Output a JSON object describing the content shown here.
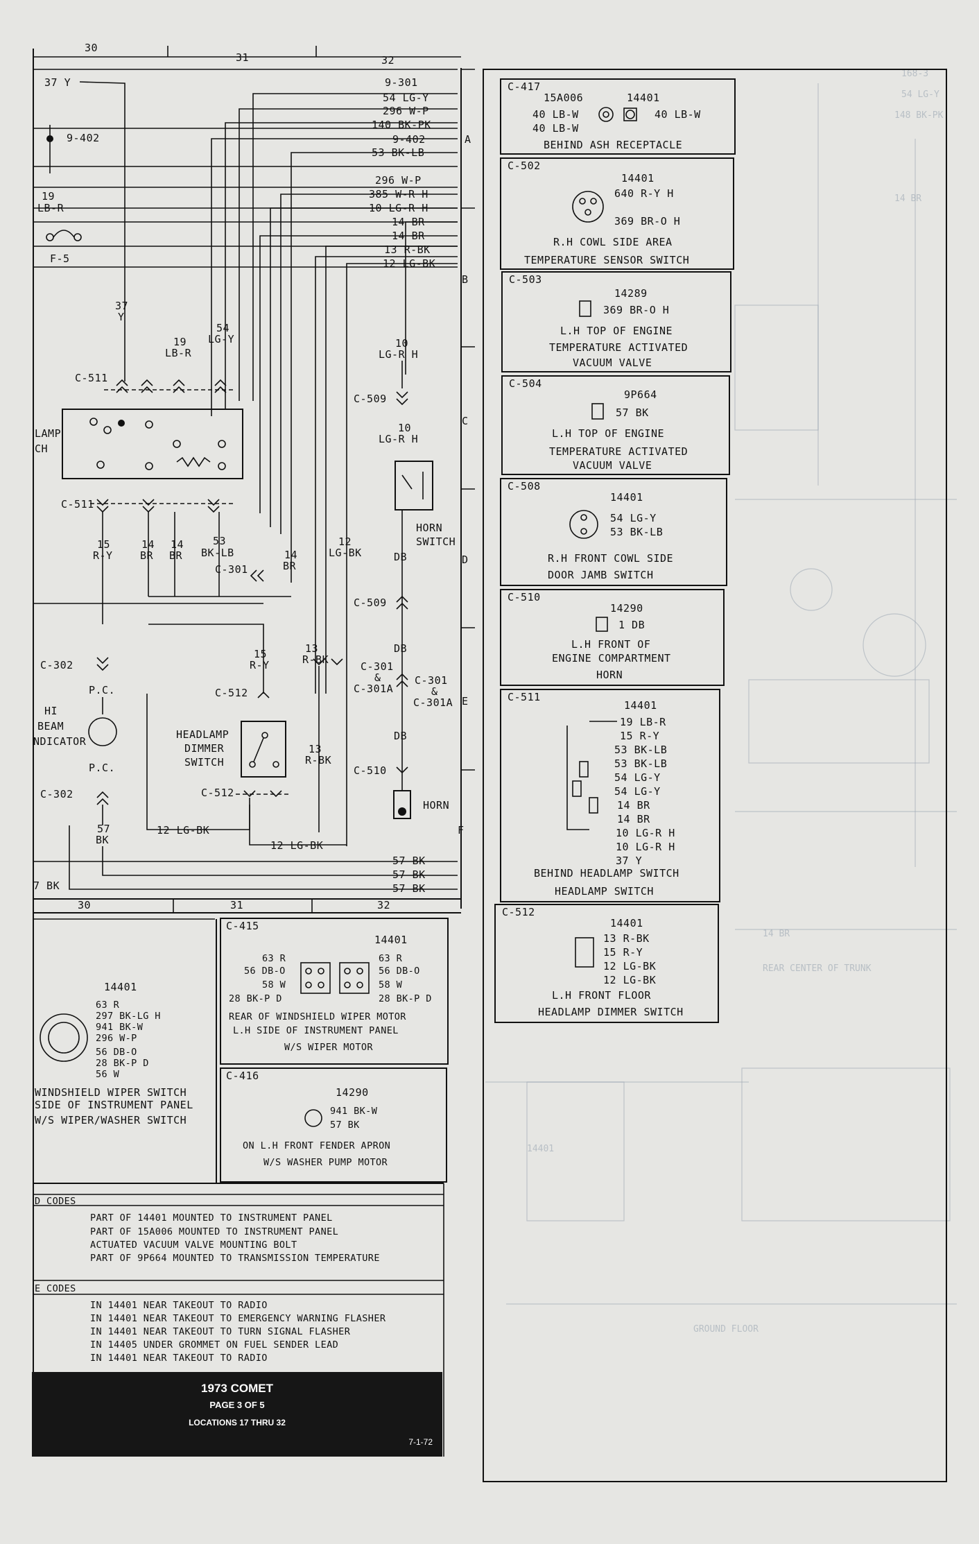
{
  "grid": {
    "top": [
      "30",
      "31",
      "32"
    ],
    "bottom": [
      "30",
      "31",
      "32"
    ],
    "rows": [
      "A",
      "B",
      "C",
      "D",
      "E",
      "F"
    ]
  },
  "wire_labels": [
    "9-301",
    "54 LG-Y",
    "296 W-P",
    "140 BK-PK",
    "9-402",
    "53 BK-LB",
    "296 W-P",
    "385 W-R H",
    "10 LG-R H",
    "14 BR",
    "14 BR",
    "13 R-BK",
    "12 LG-BK"
  ],
  "bottom_wires": [
    "57 BK",
    "57 BK",
    "57 BK"
  ],
  "left_labels": {
    "w37": "37 Y",
    "w9402": "9-402",
    "w19a": "19",
    "w19b": "LB-R",
    "fuse": "F-5",
    "v37a": "37",
    "v37b": "Y",
    "v19a": "19",
    "v19b": "LB-R",
    "v54a": "54",
    "v54b": "LG-Y",
    "c511a": "C-511",
    "lamp_a": "LAMP",
    "lamp_b": "CH",
    "c511b": "C-511",
    "b15a": "15",
    "b15b": "R-Y",
    "b14a": "14",
    "b14b": "BR",
    "b14c": "14",
    "b14d": "BR",
    "b53a": "53",
    "b53b": "BK-LB",
    "r14a": "14",
    "r14b": "BR",
    "c301": "C-301",
    "r12a": "12",
    "r12b": "LG-BK",
    "c302a": "C-302",
    "pc1": "P.C.",
    "hi1": "HI",
    "hi2": "BEAM",
    "hi3": "NDICATOR",
    "pc2": "P.C.",
    "c302b": "C-302",
    "w57a": "57",
    "w57b": "BK",
    "r15a": "15",
    "r15b": "R-Y",
    "c512a": "C-512",
    "hd1": "HEADLAMP",
    "hd2": "DIMMER",
    "hd3": "SWITCH",
    "c512b": "C-512",
    "r13a": "13",
    "r13b": "R-BK",
    "w12a": "12 LG-BK",
    "w12b": "12 LG-BK",
    "bk7": "7 BK",
    "mid10a": "10",
    "mid10b": "LG-R H",
    "c509a": "C-509",
    "mid10c": "10",
    "mid10d": "LG-R H",
    "hs1": "HORN",
    "hs2": "SWITCH",
    "db1": "DB",
    "c509b": "C-509",
    "db2": "DB",
    "c301b": "C-301",
    "amp": "&",
    "c301ia": "C-301A",
    "c301c": "C-301",
    "amp2": "&",
    "c301ib": "C-301A",
    "db3": "DB",
    "c510": "C-510",
    "horn": "HORN",
    "m13a": "13",
    "m13b": "R-BK"
  },
  "panels": [
    {
      "id": "C-417",
      "part1": "15A006",
      "part2": "14401",
      "wires": [
        "40 LB-W",
        "40 LB-W",
        "40 LB-W"
      ],
      "loc": "BEHIND ASH RECEPTACLE"
    },
    {
      "id": "C-502",
      "part": "14401",
      "wires": [
        "640 R-Y H",
        "369 BR-O H"
      ],
      "loc1": "R.H  COWL SIDE AREA",
      "loc2": "TEMPERATURE SENSOR SWITCH"
    },
    {
      "id": "C-503",
      "part": "14289",
      "wires": [
        "369 BR-O H"
      ],
      "loc1": "L.H  TOP OF ENGINE",
      "loc2": "TEMPERATURE ACTIVATED",
      "loc3": "VACUUM VALVE"
    },
    {
      "id": "C-504",
      "part": "9P664",
      "wires": [
        "57 BK"
      ],
      "loc1": "L.H  TOP OF ENGINE",
      "loc2": "TEMPERATURE ACTIVATED",
      "loc3": "VACUUM VALVE"
    },
    {
      "id": "C-508",
      "part": "14401",
      "wires": [
        "54 LG-Y",
        "53 BK-LB"
      ],
      "loc1": "R.H  FRONT COWL SIDE",
      "loc2": "DOOR JAMB SWITCH"
    },
    {
      "id": "C-510",
      "part": "14290",
      "wires": [
        "1 DB"
      ],
      "loc1": "L.H  FRONT OF",
      "loc2": "ENGINE COMPARTMENT",
      "loc3": "HORN"
    },
    {
      "id": "C-511",
      "part": "14401",
      "wires": [
        "19 LB-R",
        "15 R-Y",
        "53 BK-LB",
        "53 BK-LB",
        "54 LG-Y",
        "54 LG-Y",
        "14 BR",
        "14 BR",
        "10 LG-R H",
        "10 LG-R H",
        "37 Y"
      ],
      "loc1": "BEHIND HEADLAMP SWITCH",
      "loc2": "HEADLAMP SWITCH"
    },
    {
      "id": "C-512",
      "part": "14401",
      "wires": [
        "13 R-BK",
        "15 R-Y",
        "12 LG-BK",
        "12 LG-BK"
      ],
      "loc1": "L.H  FRONT FLOOR",
      "loc2": "HEADLAMP DIMMER SWITCH"
    }
  ],
  "c415": {
    "id": "C-415",
    "part": "14401",
    "left": [
      "63 R",
      "56 DB-O",
      "58 W",
      "28 BK-P D"
    ],
    "right": [
      "63 R",
      "56 DB-O",
      "58 W",
      "28 BK-P D"
    ],
    "loc1": "REAR OF WINDSHIELD WIPER MOTOR",
    "loc2": "L.H  SIDE OF INSTRUMENT PANEL",
    "loc3": "W/S WIPER MOTOR"
  },
  "c416": {
    "id": "C-416",
    "part": "14290",
    "wires": [
      "941 BK-W",
      "57 BK"
    ],
    "loc1": "ON L.H  FRONT FENDER APRON",
    "loc2": "W/S WASHER PUMP MOTOR"
  },
  "wiper_switch": {
    "part": "14401",
    "wires": [
      "63 R",
      "297 BK-LG H",
      "941 BK-W",
      "296 W-P",
      "56 DB-O",
      "28 BK-P D",
      "56 W"
    ],
    "loc1": "WINDSHIELD WIPER SWITCH",
    "loc2": "SIDE OF INSTRUMENT PANEL",
    "loc3": "W/S WIPER/WASHER SWITCH"
  },
  "codes1": {
    "title": "D CODES",
    "lines": [
      "PART OF 14401 MOUNTED TO INSTRUMENT PANEL",
      "PART OF 15A006 MOUNTED TO INSTRUMENT PANEL",
      "ACTUATED VACUUM VALVE MOUNTING BOLT",
      "PART OF 9P664 MOUNTED TO TRANSMISSION TEMPERATURE"
    ]
  },
  "codes2": {
    "title": "E CODES",
    "lines": [
      "IN 14401 NEAR TAKEOUT TO RADIO",
      "IN 14401 NEAR TAKEOUT TO EMERGENCY WARNING FLASHER",
      "IN 14401 NEAR TAKEOUT TO TURN SIGNAL FLASHER",
      "IN 14405 UNDER GROMMET ON FUEL SENDER LEAD",
      "IN 14401 NEAR TAKEOUT TO RADIO"
    ]
  },
  "footer": {
    "title": "1973 COMET",
    "page": "PAGE 3 OF 5",
    "locations": "LOCATIONS 17 THRU 32",
    "date": "7-1-72"
  },
  "colors": {
    "paper": "#e6e6e3",
    "ink": "#111111",
    "ghost": "#9aa6b2",
    "footer_bg": "#161616"
  }
}
